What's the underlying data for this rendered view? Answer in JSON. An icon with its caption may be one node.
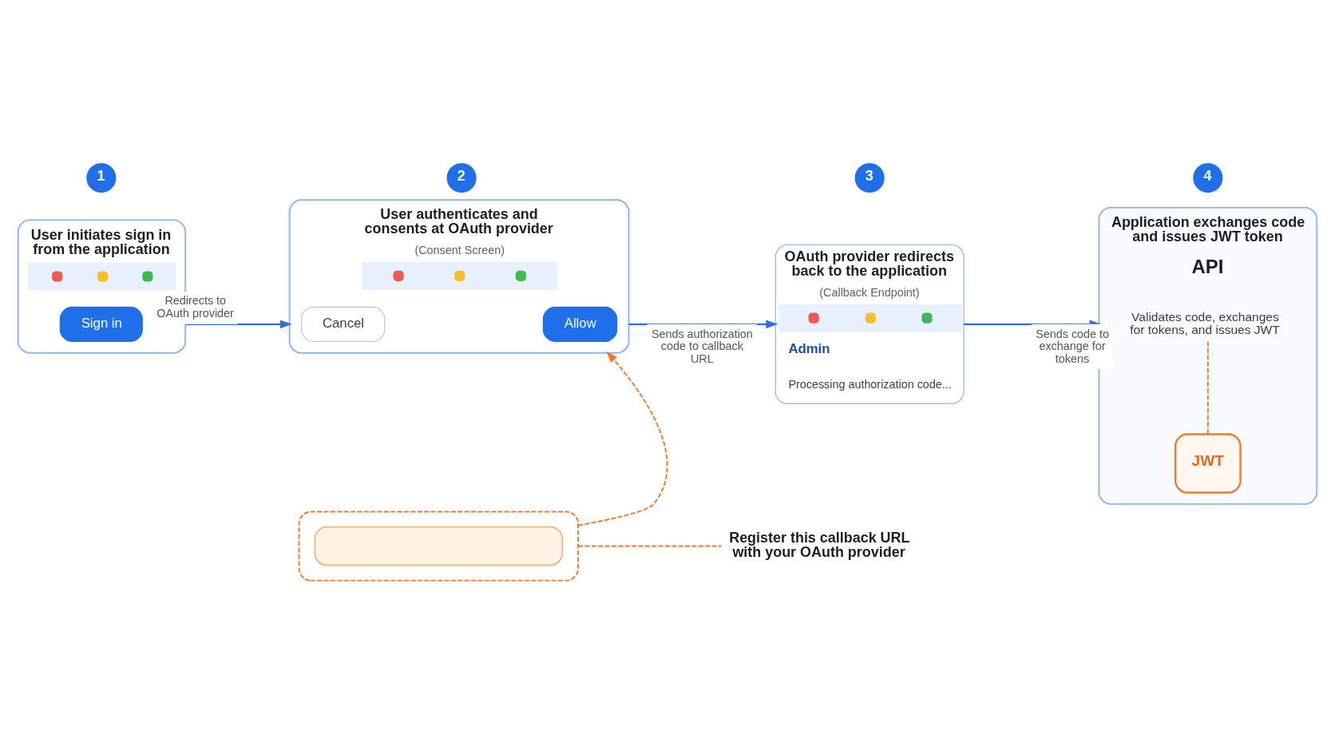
{
  "diagram": {
    "nodes": [
      {
        "text": [
          "1"
        ]
      },
      {
        "text": [
          "User initiates sign in from the application"
        ]
      },
      {
        "text": [
          "Sign in"
        ],
        "in": 1
      },
      {
        "text": [
          "2"
        ]
      },
      {
        "text": [
          "User authenticates and consents at OAuth provider",
          "(Consent Screen)"
        ]
      },
      {
        "text": [
          "Cancel"
        ],
        "in": 4
      },
      {
        "text": [
          "Allow"
        ],
        "in": 4
      },
      {
        "text": [
          "3"
        ]
      },
      {
        "text": [
          "OAuth provider redirects back to the application",
          "(Callback Endpoint)",
          "Admin",
          "Processing authorization code..."
        ]
      },
      {
        "text": [
          "4"
        ]
      },
      {
        "text": [
          "Application exchanges code and issues JWT token",
          "API"
        ]
      },
      {
        "text": [
          "Validates code, exchanges for tokens, and issues JWT"
        ],
        "in": 10
      },
      {
        "text": [
          "JWT"
        ],
        "in": 10
      },
      {
        "text": [],
        "shape": "box"
      },
      {
        "text": [],
        "shape": "box",
        "in": 13
      },
      {
        "text": [
          "Register this callback URL with your OAuth provider"
        ]
      }
    ],
    "edges": [
      {
        "from": 1,
        "to": 4,
        "arrow": "to",
        "label": "Redirects to OAuth provider"
      },
      {
        "from": 4,
        "to": 8,
        "arrow": "to",
        "label": "Sends authorization code to callback URL"
      },
      {
        "from": 8,
        "to": 10,
        "arrow": "to",
        "label": "Sends code to exchange for tokens"
      },
      {
        "from": 13,
        "to": 4,
        "arrow": "to",
        "style": "dashed",
        "color": "#f07a2a"
      },
      {
        "from": 13,
        "to": 15,
        "arrow": "none",
        "style": "dashed",
        "color": "#f07a2a"
      },
      {
        "from": 11,
        "to": 12,
        "arrow": "none",
        "style": "dashed",
        "color": "#f07a2a"
      }
    ]
  }
}
